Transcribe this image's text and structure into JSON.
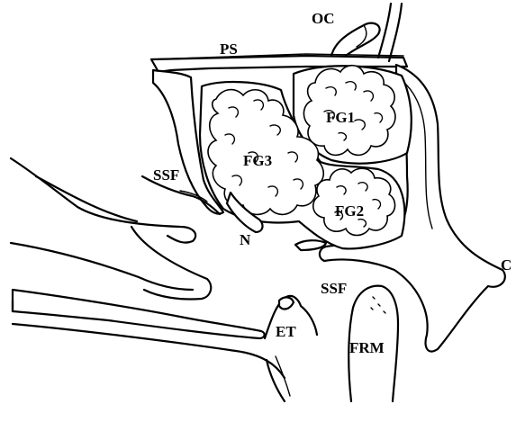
{
  "labels": {
    "oc": "OC",
    "ps": "PS",
    "fg1": "FG1",
    "fg2": "FG2",
    "fg3": "FG3",
    "ssf_left": "SSF",
    "ssf_bottom": "SSF",
    "n": "N",
    "c": "C",
    "et": "ET",
    "frm": "FRM"
  }
}
